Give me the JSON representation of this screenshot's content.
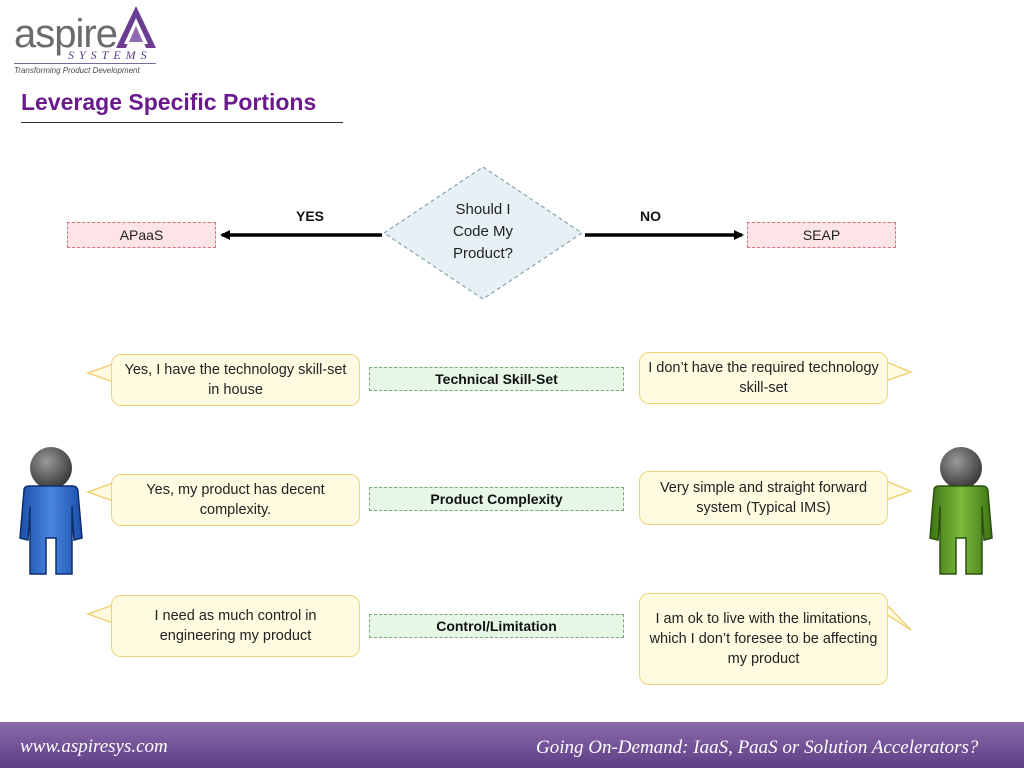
{
  "logo": {
    "word": "aspire",
    "systems": "SYSTEMS",
    "tagline": "Transforming Product Development"
  },
  "title": "Leverage Specific Portions",
  "decision": {
    "question": [
      "Should I",
      "Code My",
      "Product?"
    ],
    "yes_label": "YES",
    "no_label": "NO",
    "left_outcome": "APaaS",
    "right_outcome": "SEAP"
  },
  "criteria": [
    {
      "label": "Technical Skill-Set",
      "left": "Yes, I have the technology skill-set in house",
      "right": "I don’t have the required technology skill-set"
    },
    {
      "label": "Product Complexity",
      "left": "Yes, my product has decent complexity.",
      "right": "Very simple and straight forward system (Typical IMS)"
    },
    {
      "label": "Control/Limitation",
      "left": "I need as much control in engineering my product",
      "right": "I am ok to live with the limitations, which I don’t foresee to be affecting my product"
    }
  ],
  "footer": {
    "url": "www.aspiresys.com",
    "tagline": "Going On-Demand: IaaS, PaaS or Solution Accelerators?"
  },
  "colors": {
    "title": "#6a1b8c",
    "pink_box": "#fde4e6",
    "green_box": "#e6f7e6",
    "bubble": "#fffbe0",
    "person_left": "#1f5fc0",
    "person_right": "#4c8a1c",
    "footer": "#6e4f96"
  }
}
